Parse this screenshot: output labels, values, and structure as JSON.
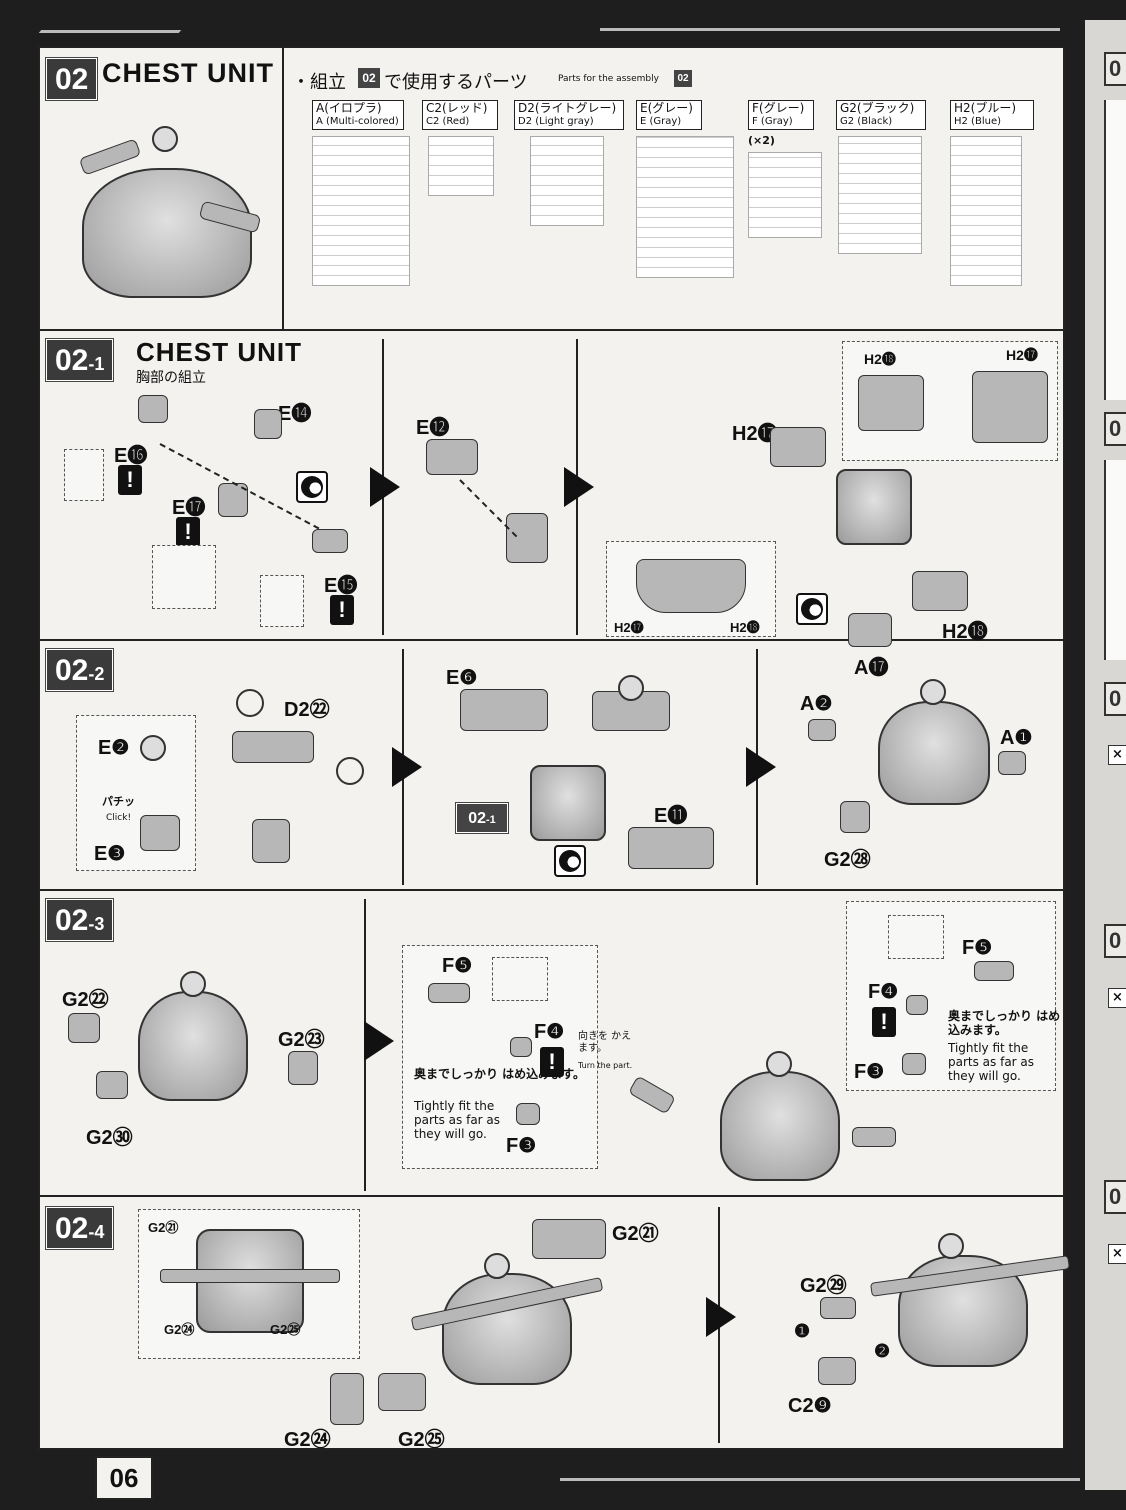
{
  "page_number": "06",
  "header": {
    "badge": "02",
    "title": "CHEST UNIT",
    "parts_title_jp_a": "・組立",
    "parts_title_jp_b": "で使用するパーツ",
    "parts_title_en": "Parts for the assembly",
    "badge_inline": "02"
  },
  "runners": [
    {
      "jp": "A(イロプラ)",
      "en": "A (Multi-colored)"
    },
    {
      "jp": "C2(レッド)",
      "en": "C2 (Red)"
    },
    {
      "jp": "D2(ライトグレー)",
      "en": "D2 (Light gray)"
    },
    {
      "jp": "E(グレー)",
      "en": "E (Gray)"
    },
    {
      "jp": "F(グレー)",
      "en": "F (Gray)",
      "qty": "(×2)"
    },
    {
      "jp": "G2(ブラック)",
      "en": "G2 (Black)"
    },
    {
      "jp": "H2(ブルー)",
      "en": "H2 (Blue)"
    }
  ],
  "step1": {
    "badge": "02",
    "badge_sub": "-1",
    "title": "CHEST UNIT",
    "subtitle": "胸部の組立",
    "labels": [
      "E⓮",
      "E⓰",
      "E⓱",
      "E⓯",
      "E⓬",
      "H2⓱",
      "H2⓲",
      "H2⓲",
      "H2⓱",
      "H2⓱",
      "H2⓲",
      "A⓱"
    ]
  },
  "step2": {
    "badge": "02",
    "badge_sub": "-2",
    "labels": [
      "D2㉒",
      "E❷",
      "E❸",
      "E❻",
      "E⓫",
      "A❷",
      "A❶",
      "G2㉘"
    ],
    "ref_badge": "02",
    "ref_badge_sub": "-1",
    "click_jp": "パチッ",
    "click_en": "Click!"
  },
  "step3": {
    "badge": "02",
    "badge_sub": "-3",
    "labels": [
      "G2㉒",
      "G2㉓",
      "G2㉚",
      "F❺",
      "F❹",
      "F❸",
      "F❹",
      "F❺",
      "F❸"
    ],
    "note_jp": "奥までしっかり はめ込みます。",
    "note_en": "Tightly fit the parts as far as they will go.",
    "turn_jp": "向きを かえます。",
    "turn_en": "Turn the part."
  },
  "step4": {
    "badge": "02",
    "badge_sub": "-4",
    "labels": [
      "G2㉑",
      "G2㉔",
      "G2㉕",
      "G2㉑",
      "G2㉔",
      "G2㉕",
      "G2㉙",
      "C2❾"
    ],
    "step_markers": [
      "❶",
      "❷"
    ]
  },
  "right_strip": [
    "0",
    "0",
    "0",
    "0",
    "0"
  ],
  "icon_x": "×",
  "warn": "!"
}
